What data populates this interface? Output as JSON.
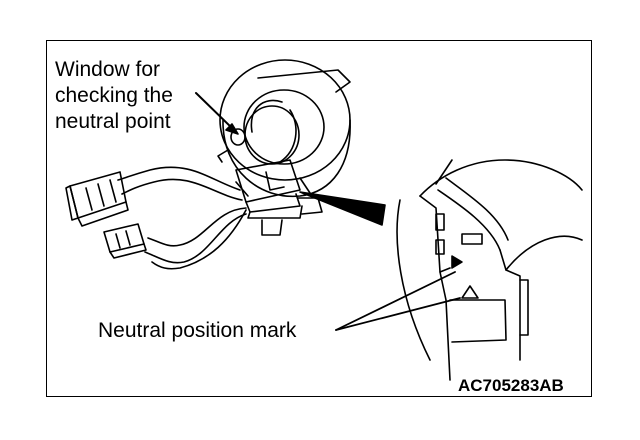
{
  "labels": {
    "window_line1": "Window for",
    "window_line2": "checking the",
    "window_line3": "neutral point",
    "neutral_mark": "Neutral position mark",
    "figure_code": "AC705283AB"
  },
  "colors": {
    "ink": "#000000",
    "paper": "#ffffff"
  }
}
